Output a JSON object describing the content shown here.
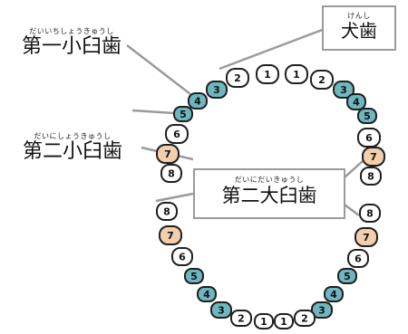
{
  "colors": {
    "premolar1": "#6fb7c0",
    "premolar2": "#6fb7c0",
    "canine": "#6fb7c0",
    "first_molar": "#f3cfae",
    "other": "#ffffff",
    "outline": "#1f1f1f",
    "leader": "#9b9b9b"
  },
  "teeth": [
    {
      "n": "1",
      "type": "other"
    },
    {
      "n": "1",
      "type": "other"
    },
    {
      "n": "2",
      "type": "other"
    },
    {
      "n": "2",
      "type": "other"
    },
    {
      "n": "3",
      "type": "canine"
    },
    {
      "n": "3",
      "type": "canine"
    },
    {
      "n": "4",
      "type": "premolar1"
    },
    {
      "n": "4",
      "type": "premolar1"
    },
    {
      "n": "5",
      "type": "premolar2"
    },
    {
      "n": "5",
      "type": "premolar2"
    },
    {
      "n": "6",
      "type": "other"
    },
    {
      "n": "6",
      "type": "other"
    },
    {
      "n": "7",
      "type": "first_molar"
    },
    {
      "n": "7",
      "type": "first_molar"
    },
    {
      "n": "8",
      "type": "other"
    },
    {
      "n": "8",
      "type": "other"
    },
    {
      "n": "8",
      "type": "other"
    },
    {
      "n": "8",
      "type": "other"
    },
    {
      "n": "7",
      "type": "first_molar"
    },
    {
      "n": "7",
      "type": "first_molar"
    },
    {
      "n": "6",
      "type": "other"
    },
    {
      "n": "6",
      "type": "other"
    },
    {
      "n": "5",
      "type": "premolar2"
    },
    {
      "n": "5",
      "type": "premolar2"
    },
    {
      "n": "4",
      "type": "premolar1"
    },
    {
      "n": "4",
      "type": "premolar1"
    },
    {
      "n": "3",
      "type": "canine"
    },
    {
      "n": "3",
      "type": "canine"
    },
    {
      "n": "2",
      "type": "other"
    },
    {
      "n": "2",
      "type": "other"
    },
    {
      "n": "1",
      "type": "other"
    },
    {
      "n": "1",
      "type": "other"
    }
  ],
  "labels": {
    "premolar1": {
      "ruby": "だいいちしょうきゅうし",
      "text": "第一小臼歯"
    },
    "canine": {
      "ruby": "けんし",
      "text": "犬歯"
    },
    "premolar2": {
      "ruby": "だいにしょうきゅうし",
      "text": "第二小臼歯"
    },
    "molar": {
      "ruby": "だいにだいきゅうし",
      "text": "第二大臼歯"
    }
  }
}
